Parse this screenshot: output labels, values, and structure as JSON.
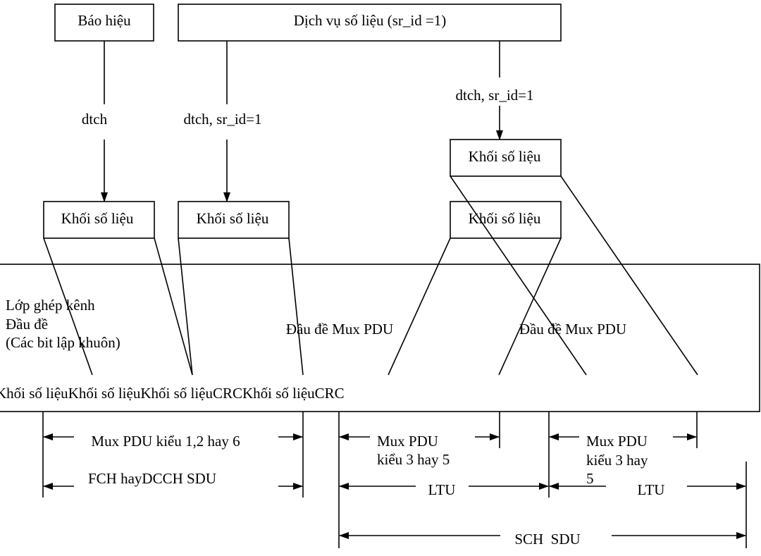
{
  "top_boxes": {
    "signaling": "Báo hiệu",
    "data_service": "Dịch vụ số liệu (sr_id =1)"
  },
  "channel_labels": {
    "dtch": "dtch",
    "dtch_sr_left": "dtch, sr_id=1",
    "dtch_sr_right": "dtch, sr_id=1"
  },
  "data_blocks": {
    "upper_right": "Khối số liệu",
    "row_1": "Khối số liệu",
    "row_2": "Khối số liệu",
    "row_3": "Khối số liệu"
  },
  "mux_layer": {
    "line1": "Lớp ghép kênh",
    "line2": "Đầu đề",
    "line3": "(Các bit lập khuôn)",
    "header_left": "Đầu đề Mux PDU",
    "header_right": "Đầu đề Mux PDU",
    "bottom_row": "Khối số liệuKhối số liệuKhối số liệuCRCKhối số liệuCRC"
  },
  "dimensions": {
    "mux_pdu_126": "Mux PDU kiểu 1,2 hay 6",
    "fch_dcch": "FCH hayDCCH SDU",
    "mux_pdu_35_a_line1": "Mux PDU",
    "mux_pdu_35_a_line2": "kiểu 3 hay 5",
    "mux_pdu_35_b_line1": "Mux PDU",
    "mux_pdu_35_b_line2": "kiểu 3 hay",
    "mux_pdu_35_b_line3": "5",
    "ltu_a": "LTU",
    "ltu_b": "LTU",
    "sch_sdu": "SCH  SDU"
  }
}
